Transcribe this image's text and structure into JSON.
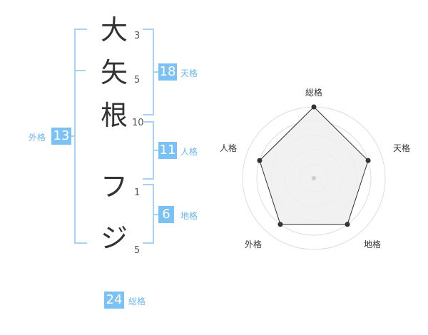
{
  "name_chars": [
    {
      "char": "大",
      "strokes": "3"
    },
    {
      "char": "矢",
      "strokes": "5"
    },
    {
      "char": "根",
      "strokes": "10"
    },
    {
      "char": "フ",
      "strokes": "1"
    },
    {
      "char": "ジ",
      "strokes": "5"
    }
  ],
  "kakusu": {
    "tenkaku": {
      "value": "18",
      "label": "天格"
    },
    "jinkaku": {
      "value": "11",
      "label": "人格"
    },
    "chikaku": {
      "value": "6",
      "label": "地格"
    },
    "gaikaku": {
      "value": "13",
      "label": "外格"
    },
    "soukaku": {
      "value": "24",
      "label": "総格"
    }
  },
  "radar": {
    "axes": [
      "総格",
      "天格",
      "地格",
      "外格",
      "人格"
    ],
    "scores": [
      5,
      4,
      4,
      4,
      4
    ],
    "max": 5,
    "fill_color": "#eeeeee",
    "line_color": "#333333"
  }
}
